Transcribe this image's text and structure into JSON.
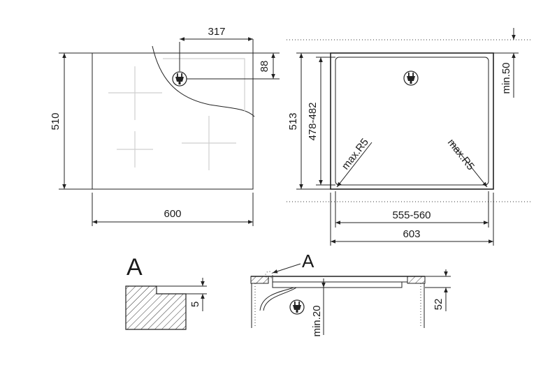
{
  "hob_top_view": {
    "width_label": "600",
    "depth_label": "510",
    "plug_x_label": "317",
    "plug_y_label": "88"
  },
  "cutout_view": {
    "depth_outer_label": "513",
    "depth_inner_label": "478-482",
    "clearance_top_label": "min.50",
    "radius_left_label": "max.R5",
    "radius_right_label": "max.R5",
    "width_inner_label": "555-560",
    "width_outer_label": "603"
  },
  "detail_a": {
    "title": "A",
    "step_label": "5"
  },
  "section_view": {
    "callout_label": "A",
    "min_depth_label": "min.20",
    "height_label": "52"
  },
  "icons": [
    "plug-icon"
  ]
}
